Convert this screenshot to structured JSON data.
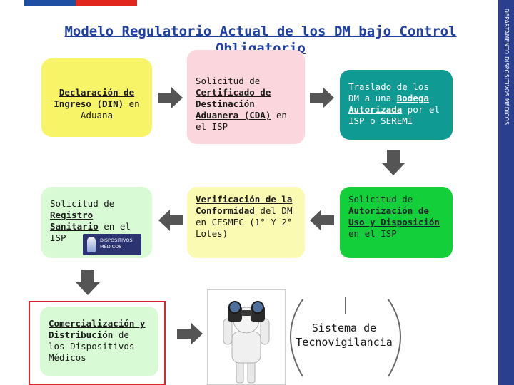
{
  "title": "Modelo Regulatorio Actual de los DM bajo Control Obligatorio",
  "side_label": "DEPARTAMENTO DISPOSITIVOS MÉDICOS",
  "colors": {
    "flag_blue": "#1f4fa3",
    "flag_red": "#e0261d",
    "title": "#2040a8",
    "side_band": "#2b3f8f",
    "yellow": "#f7f467",
    "light_yellow": "#fafab2",
    "pink": "#fbd6dc",
    "teal": "#0f9a93",
    "green": "#12cf3a",
    "mint": "#d8fbd5",
    "frame_red": "#d9262f",
    "arrow": "#555555"
  },
  "steps": {
    "din": {
      "link": "Declaración de Ingreso (DIN)",
      "rest": "en Aduana"
    },
    "cda": {
      "lead": "Solicitud de",
      "link": "Certificado de Destinación Aduanera (CDA)",
      "rest": "en el ISP"
    },
    "bodega": {
      "lead": "Traslado de los DM a una",
      "link": "Bodega Autorizada",
      "rest": "por el ISP o SEREMI"
    },
    "autorizacion": {
      "lead": "Solicitud de",
      "link": "Autorización de Uso y Disposición",
      "rest": "en el ISP"
    },
    "verificacion": {
      "link": "Verificación de la Conformidad",
      "rest": "del DM en CESMEC (1° Y 2° Lotes)"
    },
    "registro": {
      "lead": "Solicitud de",
      "link": "Registro Sanitario",
      "rest": "en el ISP"
    },
    "comercializacion": {
      "link": "Comercialización y Distribución",
      "rest": "de los Dispositivos Médicos"
    }
  },
  "dm_logo": {
    "line1": "DISPOSITIVOS",
    "line2": "MÉDICOS"
  },
  "tecnovigilancia": {
    "line1": "Sistema de",
    "line2": "Tecnovigilancia"
  },
  "icons": [
    "right-arrow-icon",
    "down-arrow-icon",
    "left-arrow-icon",
    "binoculars-person-icon",
    "dm-logo-icon"
  ]
}
